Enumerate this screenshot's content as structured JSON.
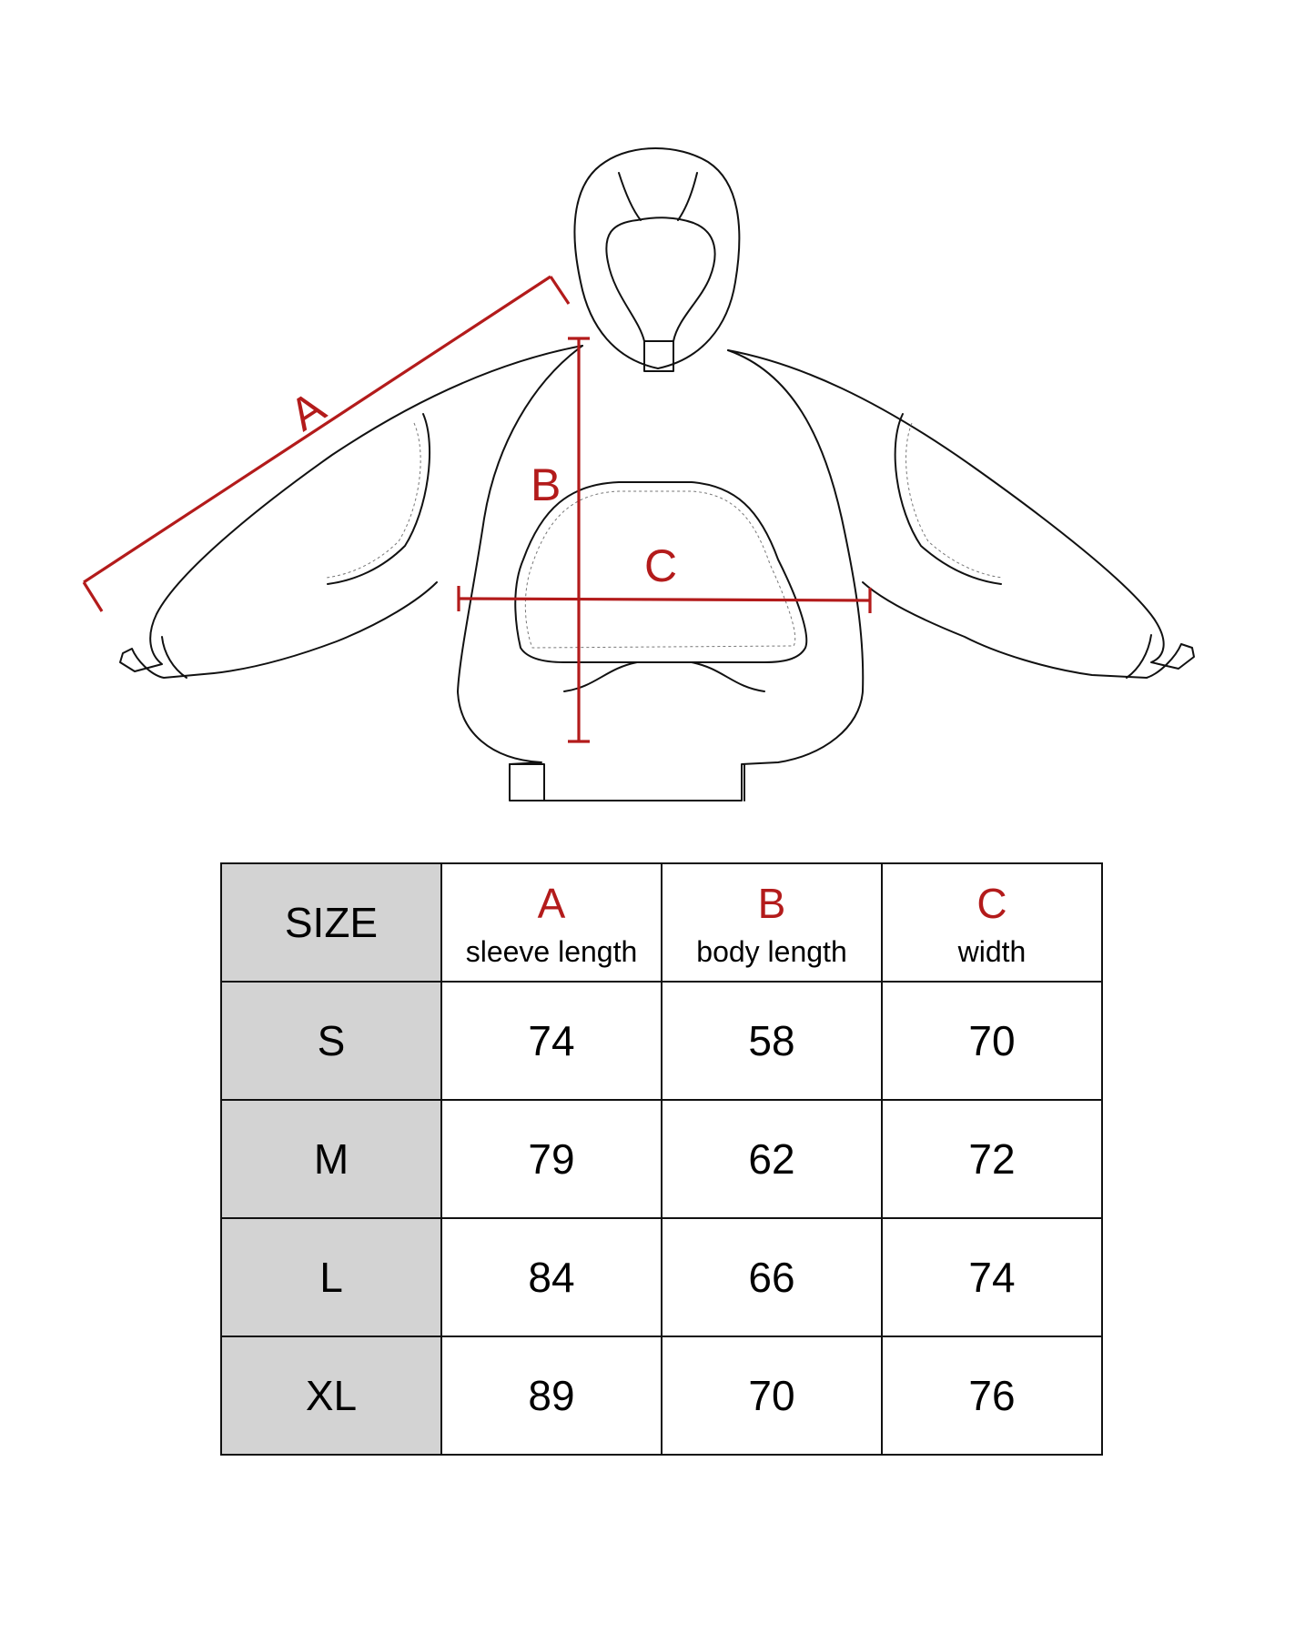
{
  "diagram": {
    "measure_color": "#b31b1b",
    "labels": {
      "a": "A",
      "b": "B",
      "c": "C"
    }
  },
  "table": {
    "size_header": "SIZE",
    "header_bg": "#d3d3d3",
    "columns": [
      {
        "letter": "A",
        "desc": "sleeve length"
      },
      {
        "letter": "B",
        "desc": "body length"
      },
      {
        "letter": "C",
        "desc": "width"
      }
    ],
    "rows": [
      {
        "size": "S",
        "a": "74",
        "b": "58",
        "c": "70"
      },
      {
        "size": "M",
        "a": "79",
        "b": "62",
        "c": "72"
      },
      {
        "size": "L",
        "a": "84",
        "b": "66",
        "c": "74"
      },
      {
        "size": "XL",
        "a": "89",
        "b": "70",
        "c": "76"
      }
    ]
  }
}
